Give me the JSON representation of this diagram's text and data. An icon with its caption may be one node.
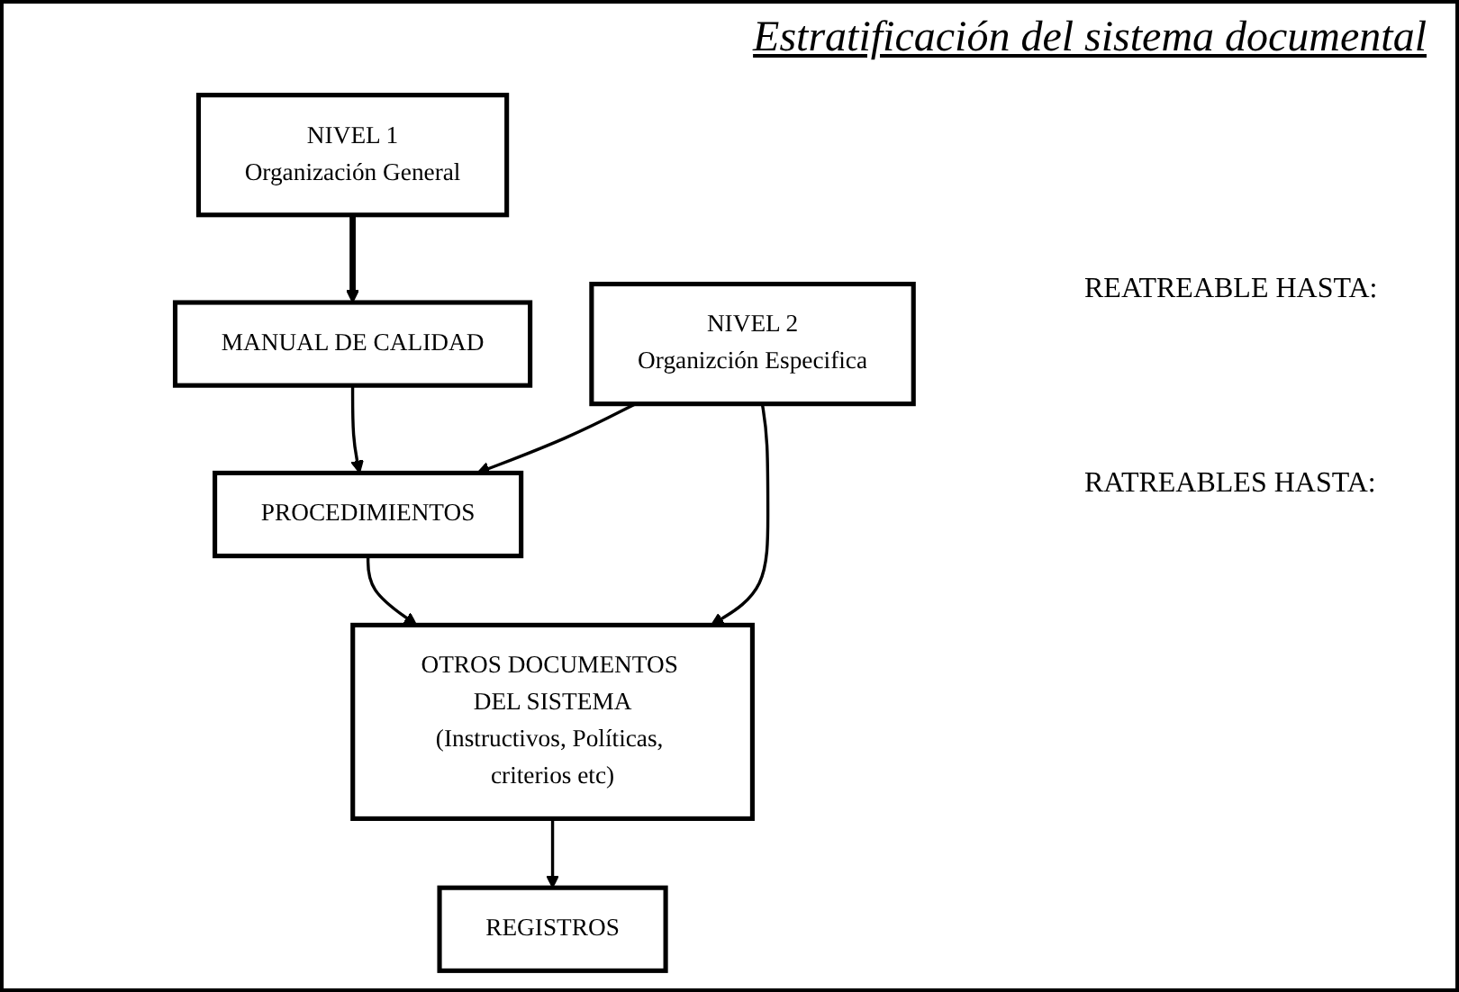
{
  "diagram": {
    "title": "Estratificación del sistema documental",
    "nodes": [
      {
        "text": [
          "NIVEL 1",
          "Organización General"
        ]
      },
      {
        "text": [
          "MANUAL DE CALIDAD"
        ]
      },
      {
        "text": [
          "PROCEDIMIENTOS"
        ]
      },
      {
        "text": [
          "NIVEL 2",
          "Organizción Especifica"
        ]
      },
      {
        "text": [
          "OTROS DOCUMENTOS DEL SISTEMA",
          "(Instructivos, Políticas, criterios etc)"
        ]
      },
      {
        "text": [
          "REGISTROS"
        ]
      }
    ],
    "edges": [
      {
        "from": 0,
        "to": 1,
        "arrow": "to",
        "style": "thick"
      },
      {
        "from": 1,
        "to": 2,
        "arrow": "to"
      },
      {
        "from": 3,
        "to": 2,
        "arrow": "to"
      },
      {
        "from": 3,
        "to": 4,
        "arrow": "to"
      },
      {
        "from": 2,
        "to": 4,
        "arrow": "to"
      },
      {
        "from": 4,
        "to": 5,
        "arrow": "to"
      }
    ],
    "labels": [
      "REATREABLE HASTA:",
      "RATREABLES HASTA:"
    ]
  }
}
